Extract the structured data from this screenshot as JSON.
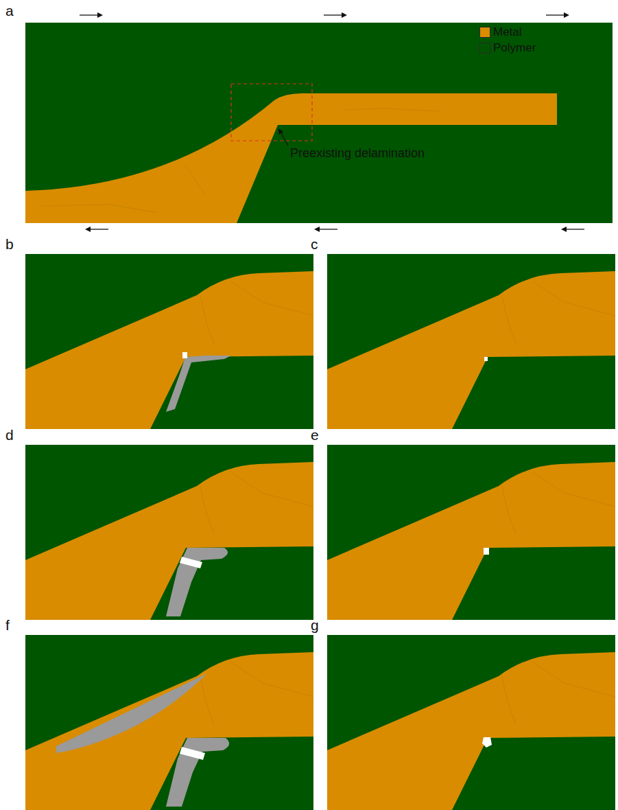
{
  "diagram": {
    "labels": [
      "a",
      "b",
      "c",
      "d",
      "e",
      "f",
      "g",
      "Preexisting delamination"
    ],
    "legend": [
      {
        "text": "Metal",
        "color": "#D98C00"
      },
      {
        "text": "Polymer",
        "color": "#005500"
      }
    ]
  }
}
